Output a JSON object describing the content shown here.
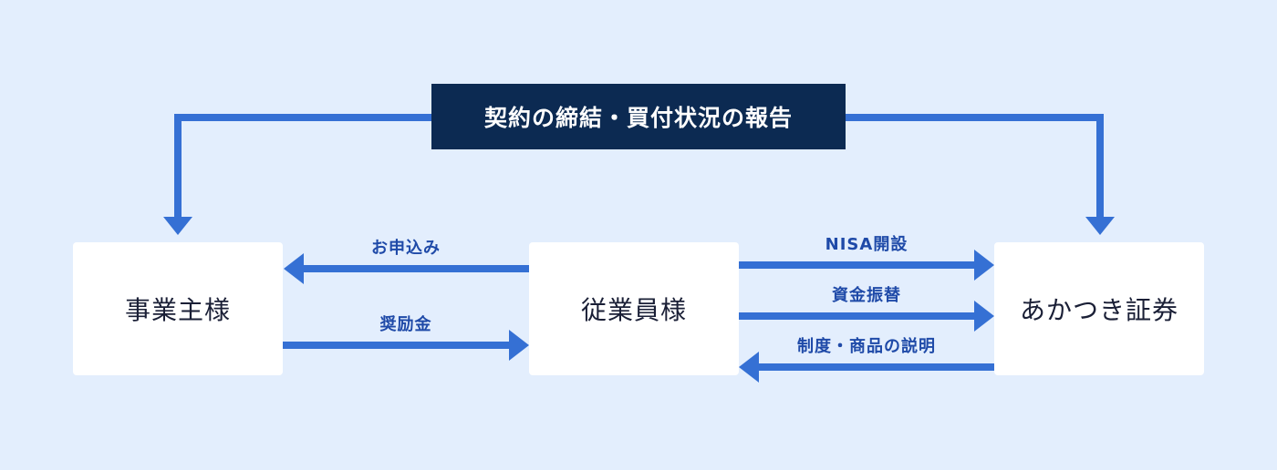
{
  "colors": {
    "background": "#e3eefd",
    "arrow": "#3570d4",
    "banner": "#0c2a52",
    "label": "#1f4aa8",
    "node_fill": "#ffffff"
  },
  "banner": {
    "text": "契約の締結・買付状況の報告"
  },
  "nodes": {
    "employer": "事業主様",
    "employee": "従業員様",
    "securities": "あかつき証券"
  },
  "edges": {
    "application": "お申込み",
    "incentive": "奨励金",
    "nisa_opening": "NISA開設",
    "fund_transfer": "資金振替",
    "explanation": "制度・商品の説明"
  }
}
